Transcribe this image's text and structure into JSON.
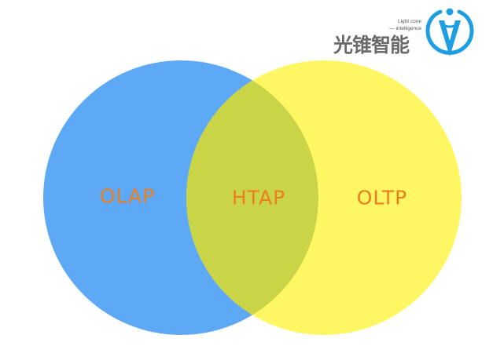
{
  "logo": {
    "name_cn": "光锥智能",
    "name_en_line1": "Light cone",
    "name_en_line2": "— intelligence",
    "mark_icon": "light-cone-v-icon",
    "color_text": "#6a6a6a",
    "color_mark": "#1e9fe3"
  },
  "diagram": {
    "sets": [
      {
        "id": "left",
        "label": "OLAP",
        "color": "#5da9f6"
      },
      {
        "id": "right",
        "label": "OLTP",
        "color": "#fef662"
      }
    ],
    "intersection": {
      "label": "HTAP",
      "color": "#c9d447"
    },
    "label_color": "#f07d1b"
  }
}
